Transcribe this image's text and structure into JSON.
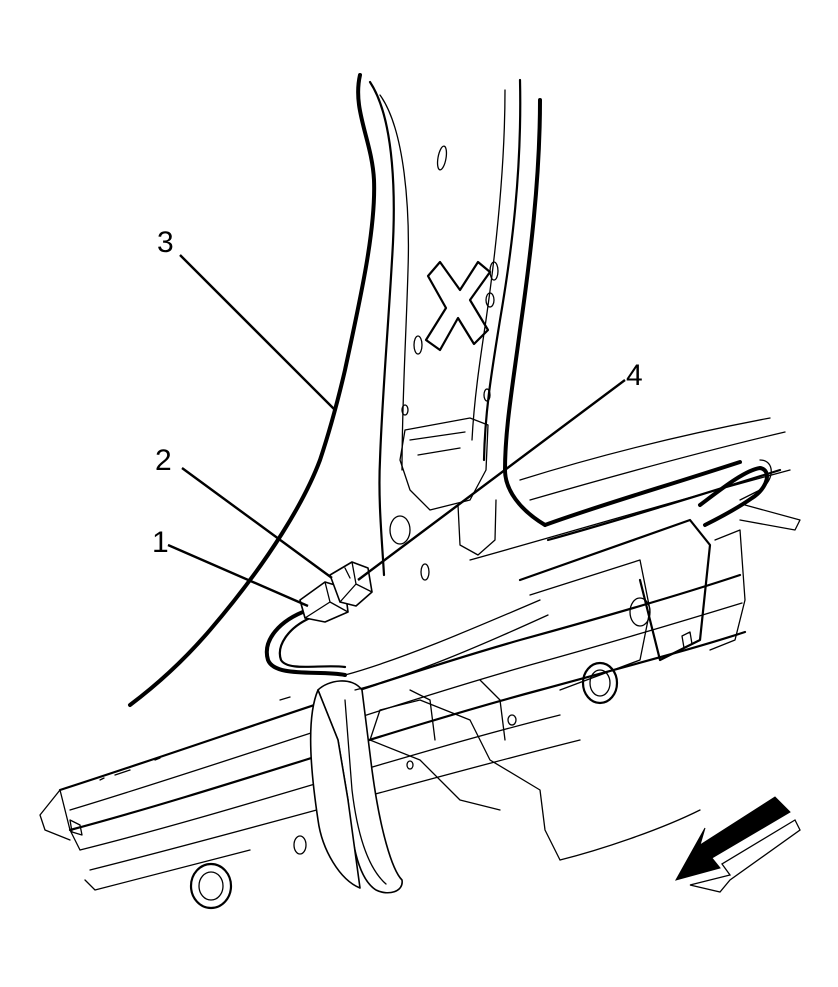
{
  "callouts": [
    {
      "id": "1",
      "label": "1"
    },
    {
      "id": "2",
      "label": "2"
    },
    {
      "id": "3",
      "label": "3"
    },
    {
      "id": "4",
      "label": "4"
    }
  ],
  "icons": {
    "view_arrow": "view-direction-arrow-icon"
  }
}
